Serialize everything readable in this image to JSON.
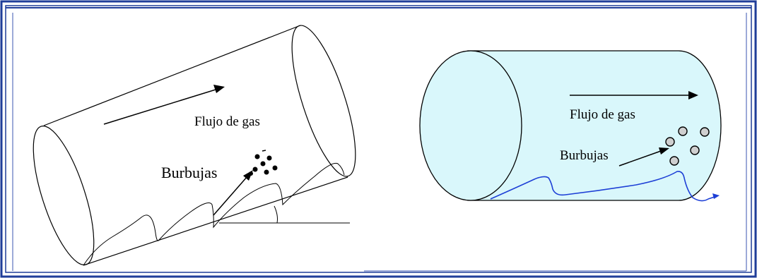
{
  "colors": {
    "frame": "#1f3d99",
    "panel_border": "#3a55b0",
    "tube_fill_right": "#d9f7fb",
    "liquid_line": "#1d3fd6",
    "stroke": "#000000",
    "bubble_fill_right": "#cfcfcf"
  },
  "left_panel": {
    "label_flow": "Flujo de gas",
    "label_bubbles": "Burbujas"
  },
  "right_panel": {
    "label_flow": "Flujo de gas",
    "label_bubbles": "Burbujas"
  }
}
